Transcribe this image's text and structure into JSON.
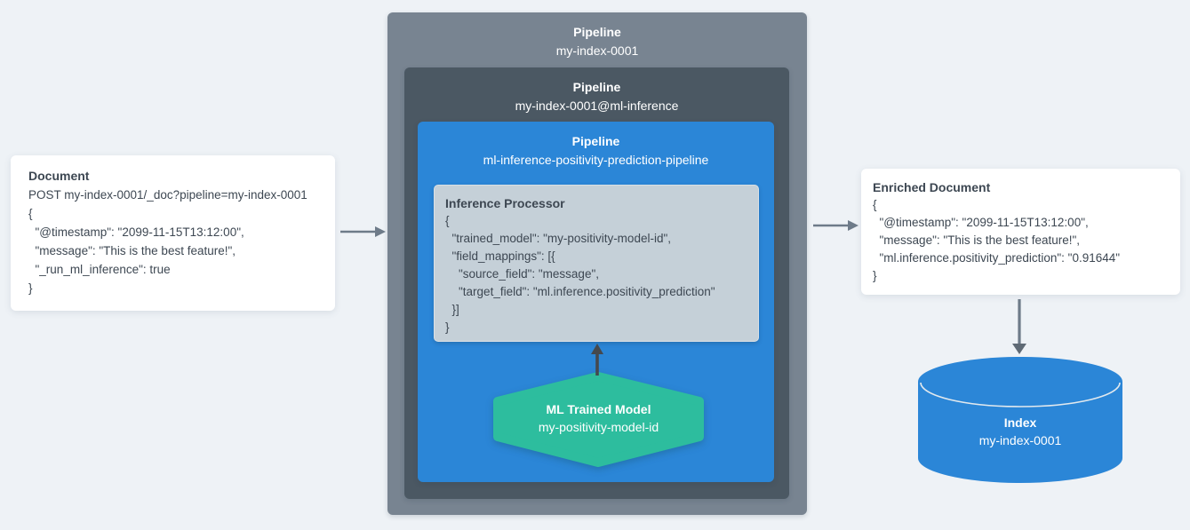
{
  "palette": {
    "background": "#eef2f6",
    "outer_pipeline_box": "#788491",
    "inner_pipeline_box": "#4b5863",
    "blue_pipeline_box": "#2b86d7",
    "processor_card": "#c5d0d8",
    "model_hexagon": "#2dbd9e",
    "index_cylinder": "#2b86d7",
    "card_background": "#ffffff",
    "text_dark": "#3d4752",
    "arrow_gray": "#6e7b89",
    "arrow_dark": "#45494e"
  },
  "document_card": {
    "title": "Document",
    "lines": [
      "POST my-index-0001/_doc?pipeline=my-index-0001",
      "{",
      "  \"@timestamp\": \"2099-11-15T13:12:00\",",
      "  \"message\": \"This is the best feature!\",",
      "  \"_run_ml_inference\": true",
      "}"
    ]
  },
  "outer_pipeline": {
    "title": "Pipeline",
    "name": "my-index-0001"
  },
  "inner_pipeline": {
    "title": "Pipeline",
    "name": "my-index-0001@ml-inference"
  },
  "ml_pipeline": {
    "title": "Pipeline",
    "name": "ml-inference-positivity-prediction-pipeline"
  },
  "inference_processor": {
    "title": "Inference Processor",
    "lines": [
      "{",
      "  \"trained_model\": \"my-positivity-model-id\",",
      "  \"field_mappings\": [{",
      "    \"source_field\": \"message\",",
      "    \"target_field\": \"ml.inference.positivity_prediction\"",
      "  }]",
      "}"
    ]
  },
  "ml_model": {
    "title": "ML Trained Model",
    "name": "my-positivity-model-id"
  },
  "enriched_document_card": {
    "title": "Enriched Document",
    "lines": [
      "{",
      "  \"@timestamp\": \"2099-11-15T13:12:00\",",
      "  \"message\": \"This is the best feature!\",",
      "  \"ml.inference.positivity_prediction\": \"0.91644\"",
      "}"
    ]
  },
  "index": {
    "title": "Index",
    "name": "my-index-0001"
  }
}
